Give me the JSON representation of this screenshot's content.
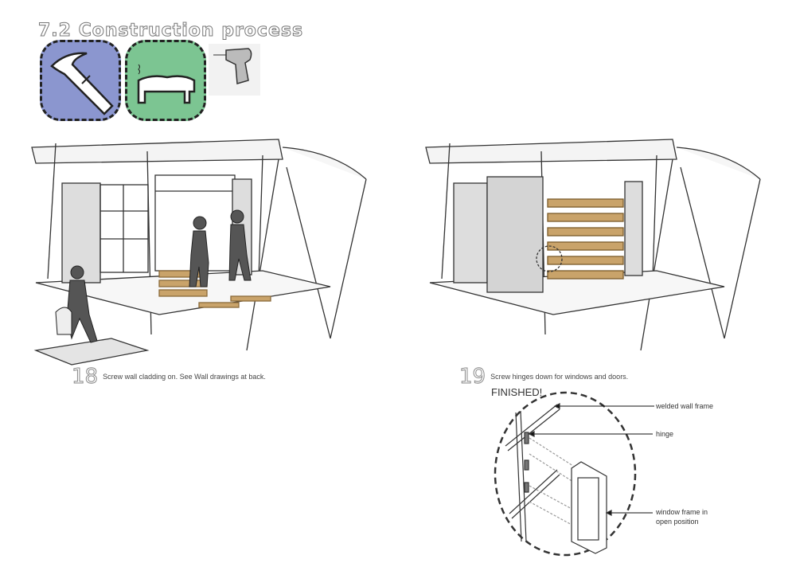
{
  "title": "7.2 Construction process",
  "icons": [
    "hammer-icon",
    "bed-frame-icon",
    "drill-icon"
  ],
  "colors": {
    "hammer_bg": "#8b96cf",
    "bed_bg": "#7cc592",
    "drill_bg": "#f2f2f2"
  },
  "steps": [
    {
      "number": "18",
      "caption": "Screw wall cladding on. See Wall drawings at back."
    },
    {
      "number": "19",
      "caption": "Screw hinges down for windows and doors."
    }
  ],
  "detail": {
    "heading": "FINISHED!",
    "labels": [
      "welded wall frame",
      "hinge",
      "window frame in open position"
    ]
  }
}
